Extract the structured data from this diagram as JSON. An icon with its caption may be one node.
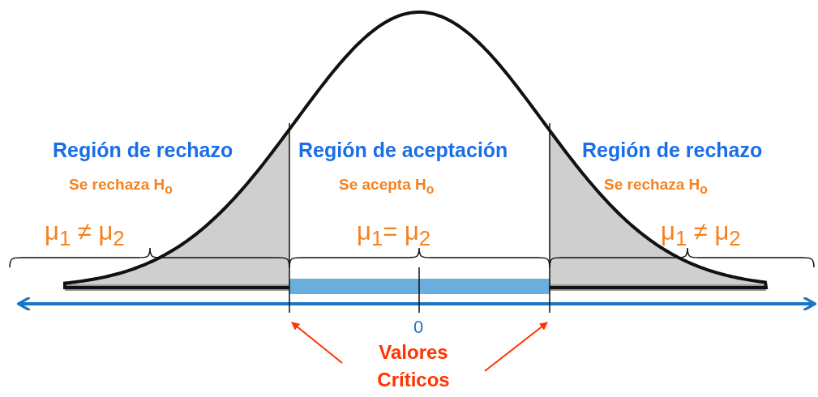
{
  "diagram": {
    "nodes": [
      {
        "text": [
          "Valores Críticos"
        ]
      },
      {
        "text": [],
        "shape": "bar"
      },
      {
        "text": [],
        "shape": "bar"
      }
    ],
    "edges": [
      {
        "from": 0,
        "to": 1,
        "arrow": "to"
      },
      {
        "from": 0,
        "to": 2,
        "arrow": "to"
      }
    ],
    "labels": [
      "Región de rechazo",
      "Región de aceptación",
      "Región de rechazo",
      "Se rechaza H$_{o}$",
      "Se acepta H$_{o}$",
      "Se rechaza H$_{o}$",
      "μ$_{1}$ ≠ μ$_{2}$",
      "μ$_{1}$= μ$_{2}$",
      "μ$_{1}$ ≠ μ$_{2}$",
      "0"
    ]
  }
}
